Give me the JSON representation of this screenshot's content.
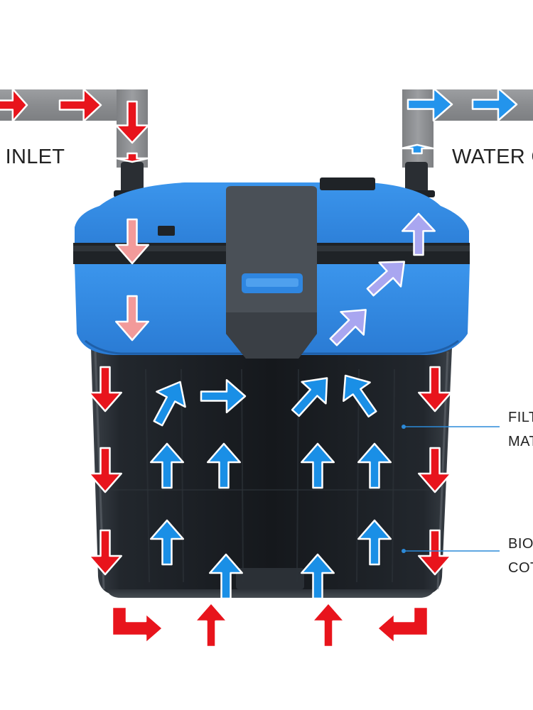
{
  "labels": {
    "inlet": "R INLET",
    "outlet": "WATER C",
    "filter_line1": "FILT",
    "filter_line2": "MAT",
    "bio_line1": "BIO",
    "bio_line2": "COT"
  },
  "colors": {
    "inflow_arrow": "#e8141c",
    "inflow_arrow_inside_lid": "#f29a9a",
    "filtered_arrow": "#1a8fe6",
    "outflow_arrow_inside_lid": "#a9a6f0",
    "outlet_arrow": "#2394ec",
    "lid_blue": "#2f86e0",
    "canister_dark": "#1d2126",
    "pipe_grey": "#8d8f92",
    "callout_line": "#2c8ad8"
  },
  "icons": {
    "arrow": "arrow-icon",
    "elbow_arrow": "elbow-arrow-icon"
  }
}
